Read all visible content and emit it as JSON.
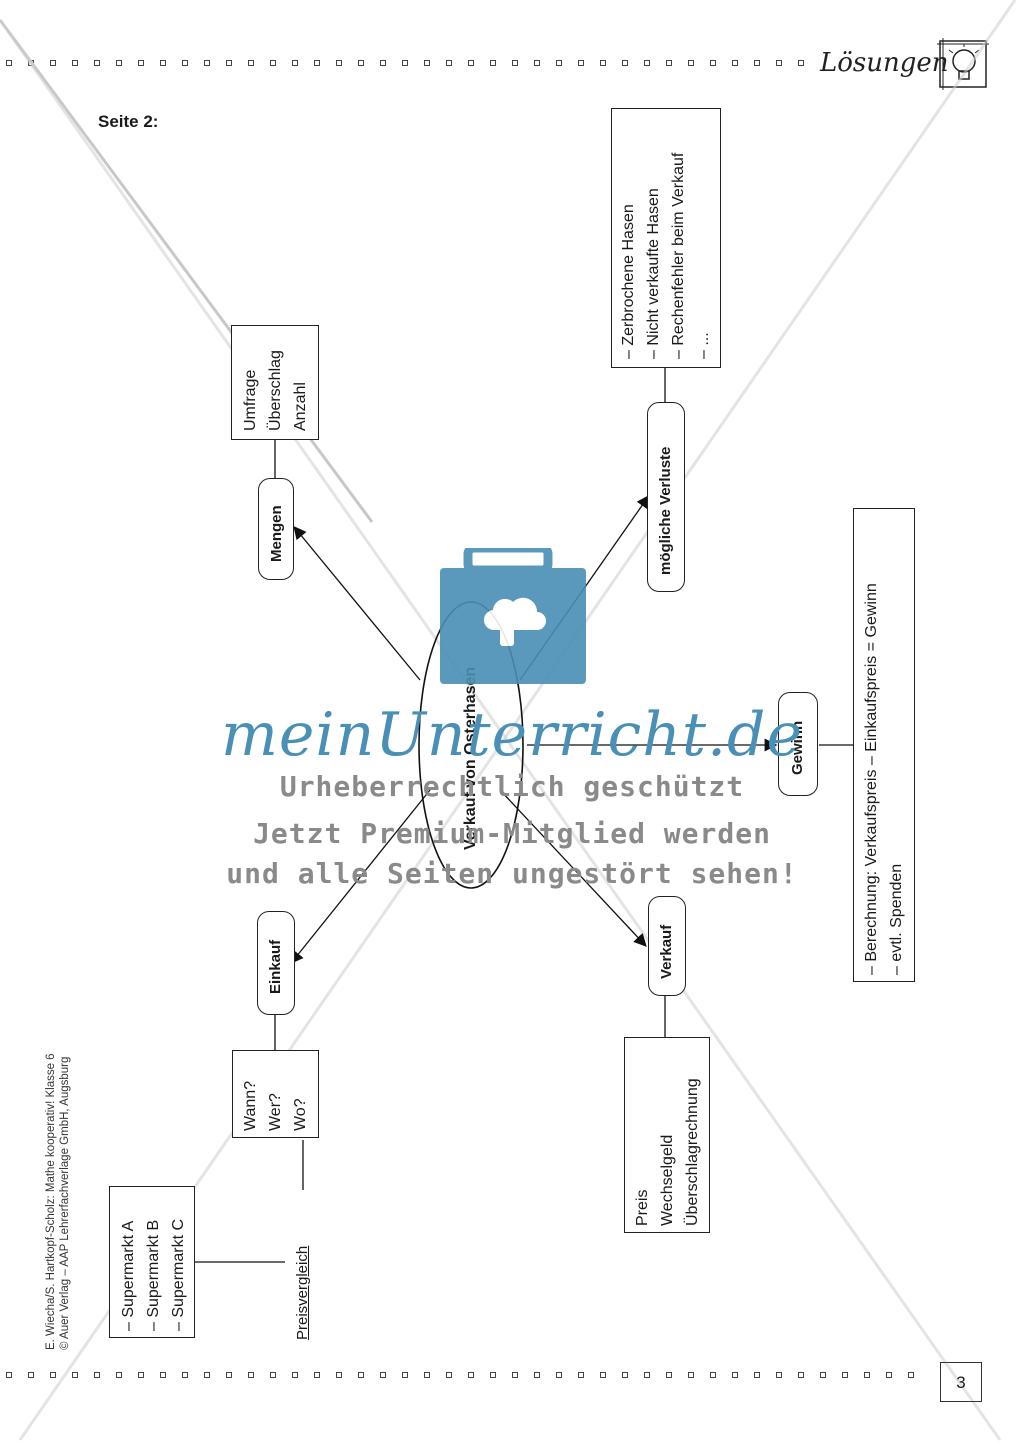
{
  "header": {
    "title": "Lösungen",
    "icon": "lightbulb-icon"
  },
  "section_label": "Seite 2:",
  "center": {
    "label": "Verkauf von Osterhasen"
  },
  "nodes": {
    "mengen": {
      "label": "Mengen",
      "items": [
        "Umfrage",
        "Überschlag",
        "Anzahl"
      ]
    },
    "verluste": {
      "label": "mögliche Verluste",
      "items": [
        "– Zerbrochene Hasen",
        "– Nicht verkaufte Hasen",
        "– Rechenfehler beim Verkauf",
        "– ..."
      ]
    },
    "gewinn": {
      "label": "Gewinn",
      "items": [
        "– Berechnung: Verkaufspreis – Einkaufspreis = Gewinn",
        "– evtl. Spenden"
      ]
    },
    "verkauf": {
      "label": "Verkauf",
      "items": [
        "Preis",
        "Wechselgeld",
        "Überschlagrechnung"
      ]
    },
    "einkauf": {
      "label": "Einkauf",
      "items": [
        "Wann?",
        "Wer?",
        "Wo?"
      ]
    },
    "preisvergleich": {
      "label": "Preisvergleich",
      "items": [
        "– Supermarkt A",
        "– Supermarkt B",
        "– Supermarkt C"
      ]
    }
  },
  "watermark": {
    "brand": "meinUnterricht.de",
    "line1": "Urheberrechtlich geschützt",
    "line2": "Jetzt Premium-Mitglied werden",
    "line3": "und alle Seiten ungestört sehen!",
    "colors": {
      "brand": "#4a8fb5",
      "text": "#8a8a8a"
    }
  },
  "credit": {
    "line1": "E. Wiecha/S. Hartkopf-Scholz: Mathe kooperativ! Klasse 6",
    "line2": "© Auer Verlag – AAP Lehrerfachverlage GmbH, Augsburg"
  },
  "page_number": "3"
}
